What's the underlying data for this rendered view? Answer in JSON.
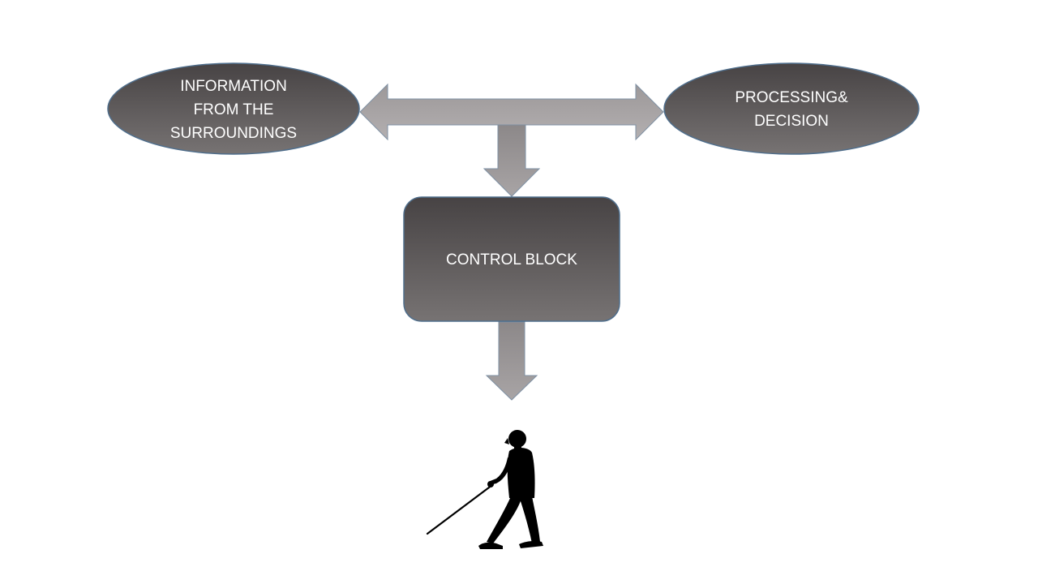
{
  "nodes": {
    "information": {
      "lines": [
        "INFORMATION",
        "FROM THE",
        "SURROUNDINGS"
      ]
    },
    "processing": {
      "lines": [
        "PROCESSING&",
        "DECISION"
      ]
    },
    "control": {
      "lines": [
        "CONTROL BLOCK"
      ]
    }
  },
  "colors": {
    "shape_gradient_top": "#474344",
    "shape_gradient_bottom": "#777373",
    "shape_border": "#4f6e8c",
    "arrow_gradient_top": "#8f8b8c",
    "arrow_gradient_bottom": "#aeaaab",
    "arrow_border": "#7a8ea3",
    "text": "#ffffff",
    "silhouette": "#000000"
  },
  "icons": {
    "person": "blind-person-with-cane-icon"
  }
}
